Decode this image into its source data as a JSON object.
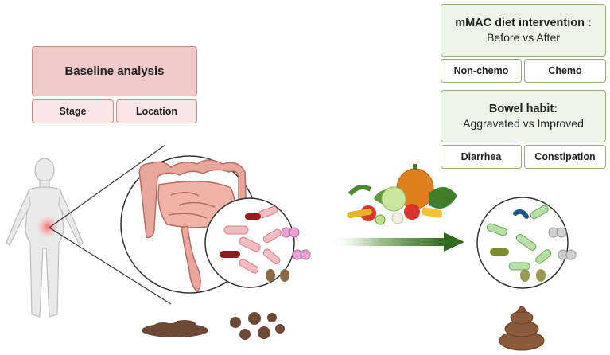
{
  "baseline": {
    "title": "Baseline analysis",
    "cells": [
      "Stage",
      "Location"
    ]
  },
  "intervention": {
    "title": "mMAC diet intervention :",
    "subtitle": "Before vs After",
    "cells": [
      "Non-chemo",
      "Chemo"
    ]
  },
  "bowel": {
    "title": "Bowel habit:",
    "subtitle": "Aggravated vs Improved",
    "cells": [
      "Diarrhea",
      "Constipation"
    ]
  },
  "colors": {
    "pink_box": "#f2c9c9",
    "green_box": "#eef5e6",
    "arrow": "#3f7a2a",
    "gut": "#e3a39a"
  }
}
